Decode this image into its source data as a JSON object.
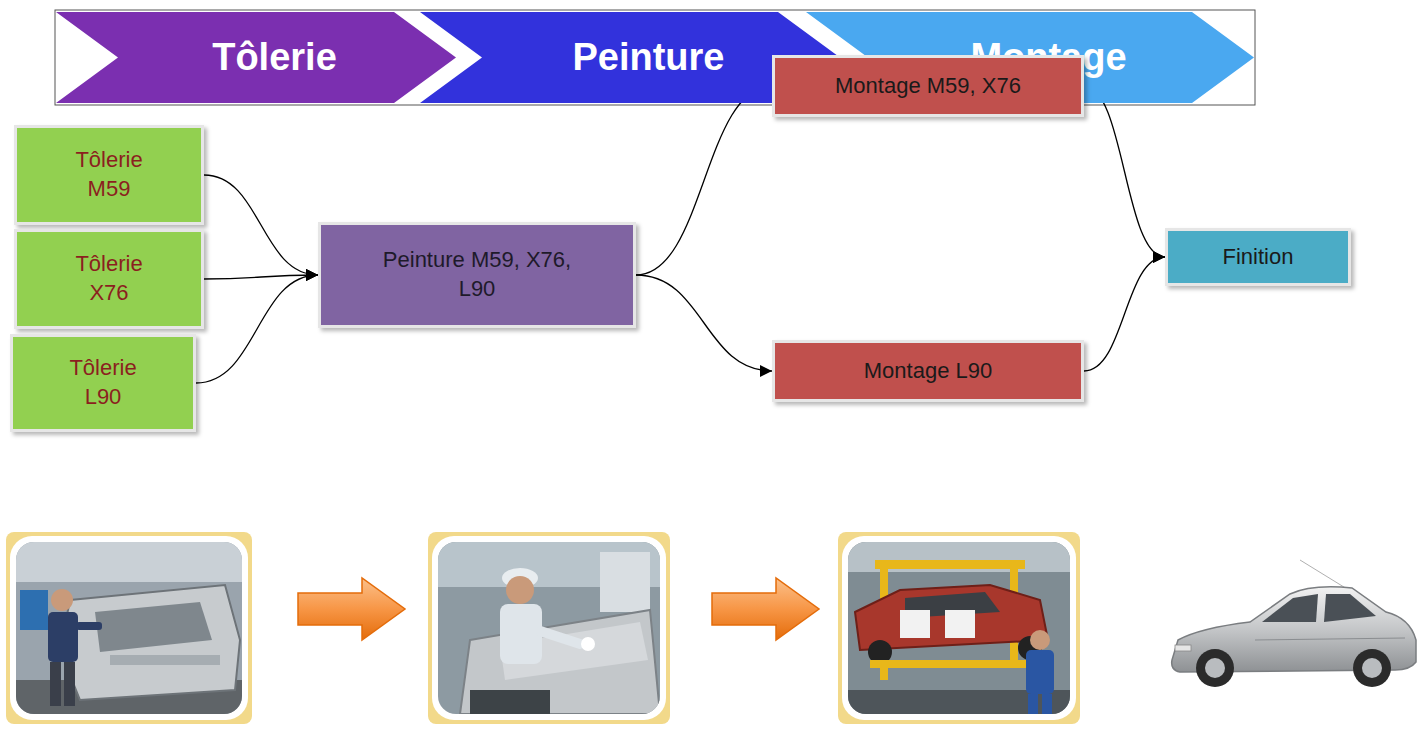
{
  "diagram": {
    "nodes": [
      {
        "text": [
          "Tôlerie"
        ]
      },
      {
        "text": [
          "Peinture"
        ]
      },
      {
        "text": [
          "Montage"
        ]
      },
      {
        "text": [
          "Tôlerie M59"
        ]
      },
      {
        "text": [
          "Tôlerie X76"
        ]
      },
      {
        "text": [
          "Tôlerie L90"
        ]
      },
      {
        "text": [
          "Peinture M59, X76, L90"
        ]
      },
      {
        "text": [
          "Montage M59, X76"
        ]
      },
      {
        "text": [
          "Montage L90"
        ]
      },
      {
        "text": [
          "Finition"
        ]
      }
    ],
    "edges": [
      {
        "from": 3,
        "to": 6,
        "arrow": "to"
      },
      {
        "from": 4,
        "to": 6,
        "arrow": "to"
      },
      {
        "from": 5,
        "to": 6,
        "arrow": "to"
      },
      {
        "from": 6,
        "to": 7,
        "arrow": "to"
      },
      {
        "from": 6,
        "to": 8,
        "arrow": "to"
      },
      {
        "from": 7,
        "to": 9,
        "arrow": "to"
      },
      {
        "from": 8,
        "to": 9,
        "arrow": "to"
      }
    ]
  }
}
